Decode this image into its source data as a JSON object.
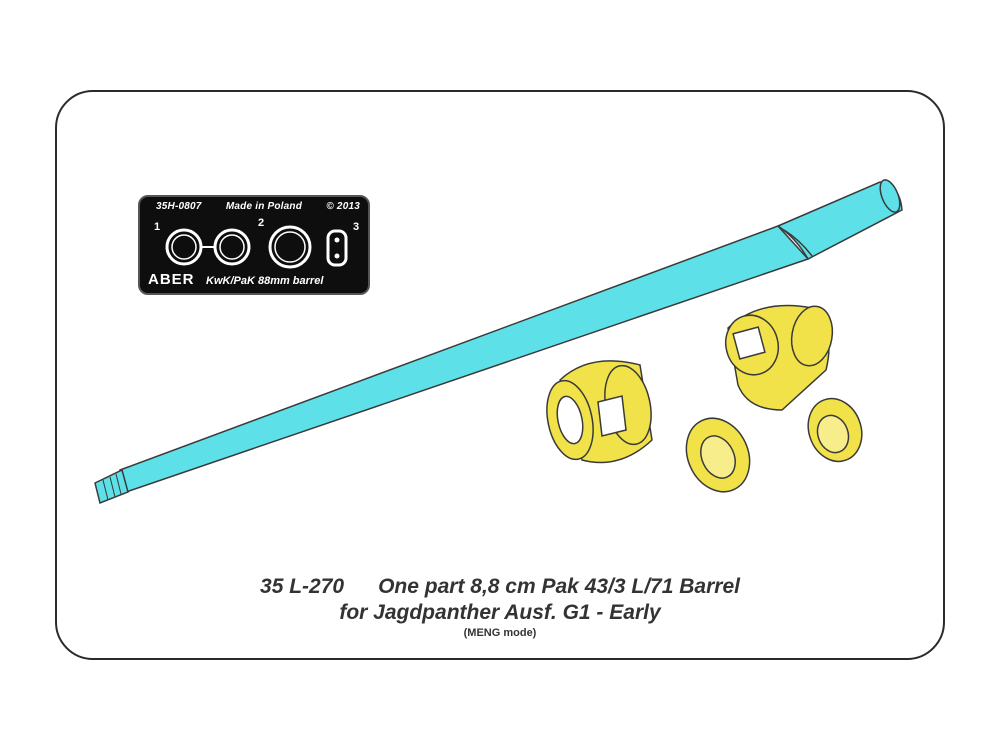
{
  "fret": {
    "header_code": "35H-0807",
    "header_origin": "Made in Poland",
    "header_copyright": "© 2013",
    "part_numbers": [
      "1",
      "2",
      "3"
    ],
    "brand": "ABER",
    "description": "KwK/PaK 88mm barrel"
  },
  "caption": {
    "code": "35 L-270",
    "title_line1": "One part 8,8 cm Pak 43/3 L/71 Barrel",
    "title_line2": "for Jagdpanther Ausf. G1 - Early",
    "note": "(MENG mode)"
  },
  "colors": {
    "barrel": "#5ee0e8",
    "resin_parts": "#f2e24a",
    "outline": "#3a3a3a",
    "fret": "#0e0e0e"
  }
}
